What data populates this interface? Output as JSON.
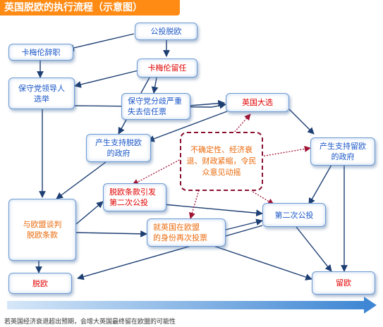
{
  "title": "英国脱欧的执行流程（示意图）",
  "nodes": {
    "referendum": "公投脱欧",
    "cameron_resign": "卡梅伦辞职",
    "conservative_leader": "保守党领导人\n选举",
    "cameron_stay": "卡梅伦留任",
    "conservative_split": "保守党分歧严重\n失去信任票",
    "uk_election": "英国大选",
    "pro_exit_gov": "产生支持脱欧\n的政府",
    "pro_remain_gov": "产生支持留欧\n的政府",
    "article_second_vote": "脱欧条款引发\n第二次公投",
    "uk_status_vote": "就英国在欧盟\n的身份再次投票",
    "negotiate_exit": "与欧盟谈判\n脱欧条款",
    "second_referendum": "第二次公投",
    "brexit": "脱欧",
    "remain": "留欧"
  },
  "uncertainty": "不确定性、经济衰退、财政紧缩，令民众意见动摇",
  "footer": "若英国经济衰退超出预期，会增大英国最终留在欧盟的可能性",
  "colors": {
    "title_bg": "#ff8a14",
    "box_border": "#6f9ad1",
    "arrow": "#1e3f73",
    "dashed": "#8a0f2f",
    "red_text": "#e00000",
    "blue_text": "#1a56c7",
    "orange_text": "#ea6a0c",
    "footer_arrow": "#4f8fd4"
  }
}
